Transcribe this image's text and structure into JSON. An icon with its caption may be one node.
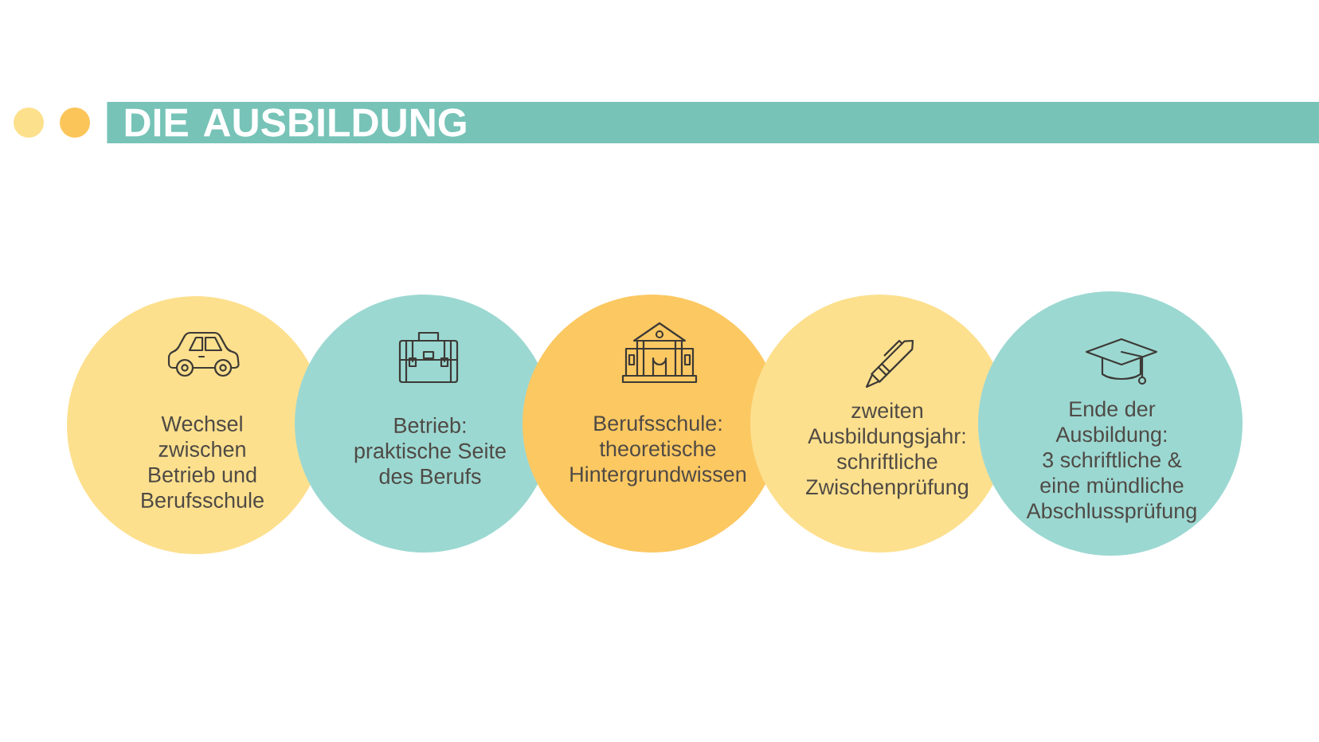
{
  "diagram": {
    "title": "DIE AUSBILDUNG",
    "nodes": [
      {
        "text": [
          "Wechsel zwischen Betrieb und Berufsschule"
        ]
      },
      {
        "text": [
          "Betrieb: praktische Seite des Berufs"
        ]
      },
      {
        "text": [
          "Berufsschule: theoretische Hintergrundwissen"
        ]
      },
      {
        "text": [
          "zweiten Ausbildungsjahr: schriftliche Zwischenprüfung"
        ]
      },
      {
        "text": [
          "Ende der Ausbildung: 3 schriftliche & eine mündliche Abschlussprüfung"
        ]
      }
    ]
  }
}
